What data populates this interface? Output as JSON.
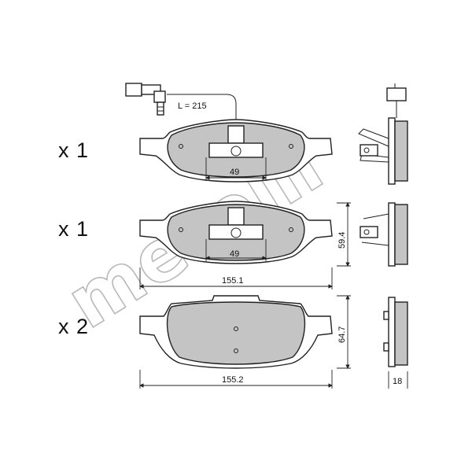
{
  "watermark": {
    "text": "metelli"
  },
  "quantities": {
    "set1": "x 1",
    "set2": "x 1",
    "set3": "x 2"
  },
  "dimensions": {
    "sensor_cable_length": "L = 215",
    "clip_width_top": "49",
    "clip_width_middle": "49",
    "pad_length_middle": "155.1",
    "pad_height_middle": "59.4",
    "pad_length_bottom": "155.2",
    "pad_height_bottom": "64.7",
    "pad_thickness": "18"
  },
  "colors": {
    "lining": "#c4c4c4",
    "outline": "#222222",
    "watermark": "#b8b8b8"
  }
}
